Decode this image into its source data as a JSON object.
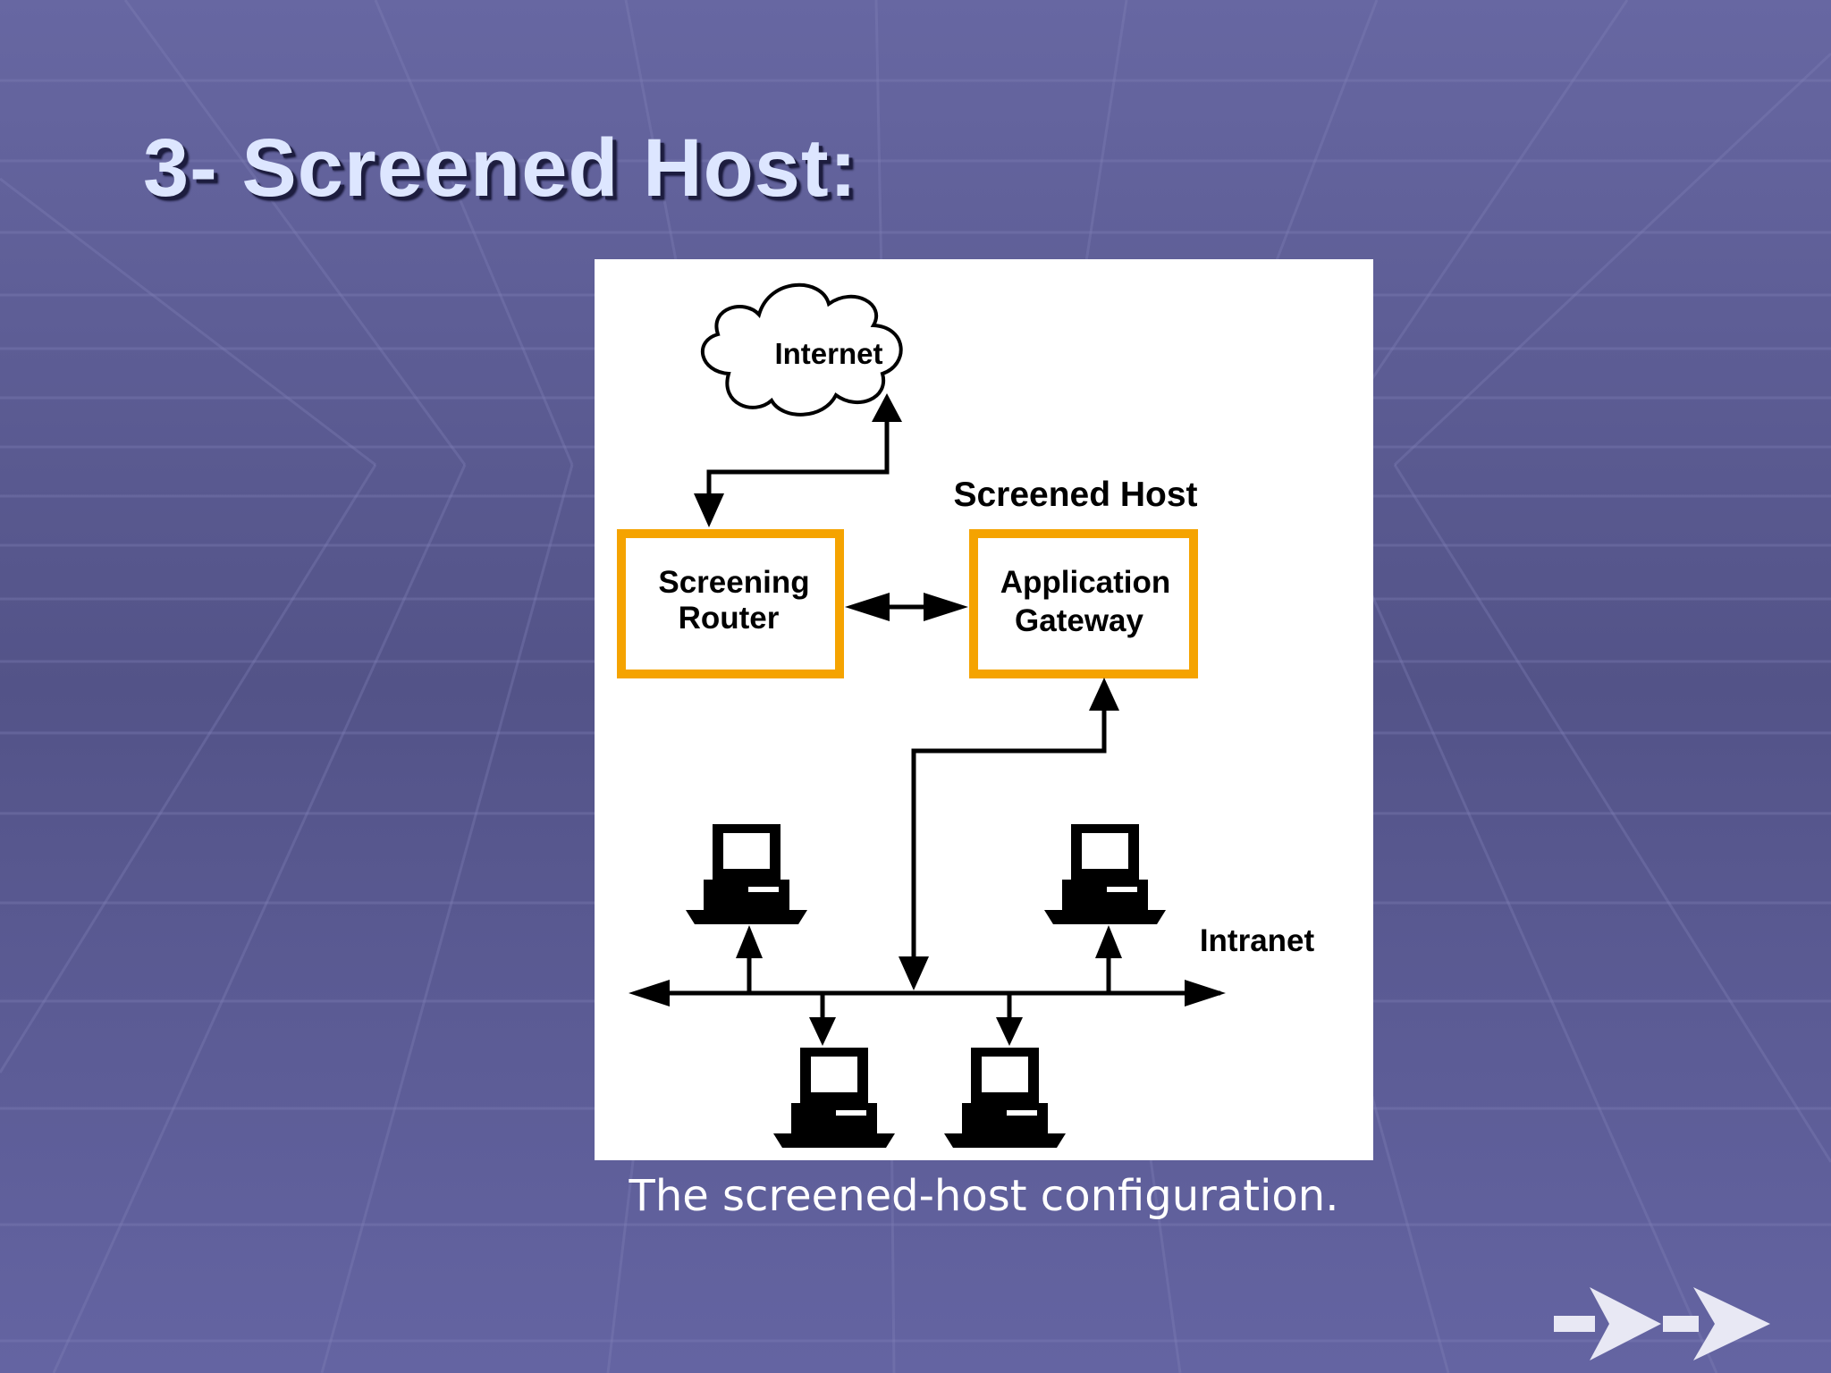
{
  "slide": {
    "title": "3- Screened Host:",
    "caption": "The screened-host configuration."
  },
  "diagram": {
    "internet_label": "Internet",
    "screened_host_label": "Screened Host",
    "router_label_line1": "Screening",
    "router_label_line2": "Router",
    "gateway_label_line1": "Application",
    "gateway_label_line2": "Gateway",
    "intranet_label": "Intranet"
  },
  "navigation": {
    "next_icon": "double-chevron-right-icon"
  },
  "colors": {
    "background": "#5a5a94",
    "title_text": "#dde6ff",
    "box_border": "#f5a300",
    "caption_text": "#ffffff"
  }
}
